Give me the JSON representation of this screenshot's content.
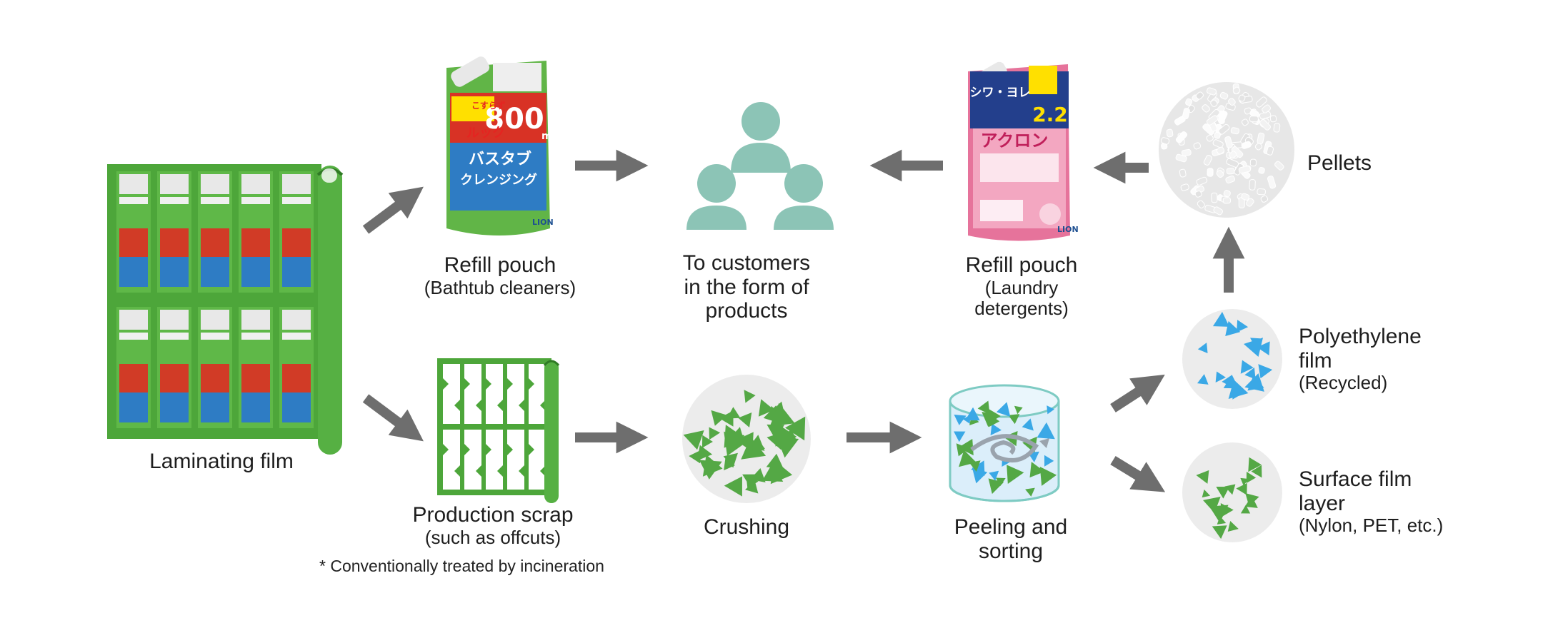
{
  "nodes": {
    "laminating_film": {
      "title": "Laminating film"
    },
    "refill_bath": {
      "title": "Refill pouch",
      "subtitle": "(Bathtub cleaners)"
    },
    "customers": {
      "line1": "To customers",
      "line2": "in the form of",
      "line3": "products"
    },
    "refill_laundry": {
      "title": "Refill pouch",
      "subtitle1": "(Laundry",
      "subtitle2": "detergents)"
    },
    "pellets": {
      "title": "Pellets"
    },
    "scrap": {
      "title": "Production scrap",
      "subtitle": "(such as offcuts)",
      "note": "* Conventionally treated by incineration"
    },
    "crushing": {
      "title": "Crushing"
    },
    "peeling": {
      "line1": "Peeling and",
      "line2": "sorting"
    },
    "polyethylene": {
      "line1": "Polyethylene",
      "line2": "film",
      "subtitle": "(Recycled)"
    },
    "surface": {
      "line1": "Surface film",
      "line2": "layer",
      "subtitle": "(Nylon, PET, etc.)"
    }
  },
  "pouch_bath_text": {
    "top": "こすらず",
    "capacity": "800",
    "unit": "ml",
    "brand": "ルック",
    "name1": "バスタブ",
    "name2": "クレンジング",
    "maker": "LION"
  },
  "pouch_laundry_text": {
    "top": "シワ・ヨレ",
    "capacity": "2.2",
    "brand": "アクロン",
    "maker": "LION"
  },
  "colors": {
    "arrow": "#6e6e6e",
    "people": "#8cc4b6",
    "film_green": "#4da63a",
    "fragment_green": "#54a845",
    "fragment_blue": "#3aa8e6",
    "circle_bg": "#ececec",
    "water": "#dbeefa",
    "pouch_laundry": "#e6739b"
  },
  "icons": [
    "arrow-right-icon",
    "arrow-left-icon",
    "arrow-up-icon",
    "people-icon"
  ]
}
